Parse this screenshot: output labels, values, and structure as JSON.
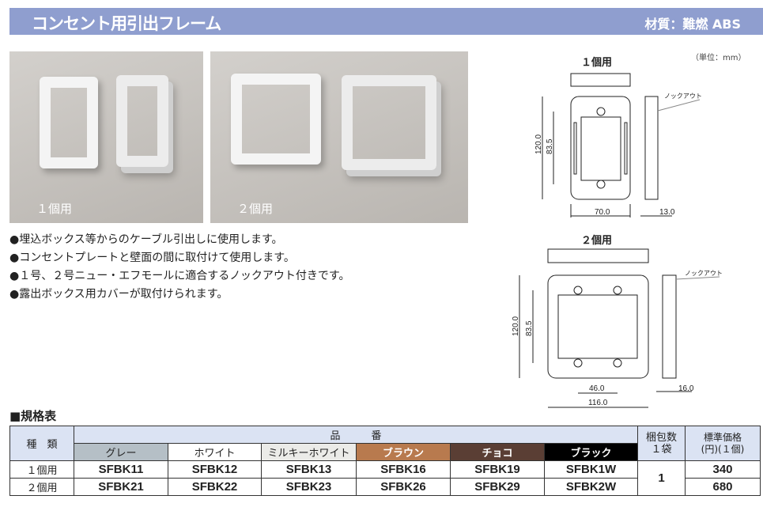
{
  "header": {
    "title": "コンセント用引出フレーム",
    "material": "材質：難燃 ABS"
  },
  "photos": [
    {
      "caption": "１個用"
    },
    {
      "caption": "２個用"
    }
  ],
  "bullets": [
    "●埋込ボックス等からのケーブル引出しに使用します。",
    "●コンセントプレートと壁面の間に取付けて使用します。",
    "●１号、２号ニュー・エフモールに適合するノックアウト付きです。",
    "●露出ボックス用カバーが取付けられます。"
  ],
  "drawings": {
    "unit": "（単位：mm）",
    "single": {
      "title": "１個用",
      "knockout": "ノックアウト",
      "height": "120.0",
      "pitch": "83.5",
      "width": "70.0",
      "depth": "13.0"
    },
    "double": {
      "title": "２個用",
      "knockout": "ノックアウト",
      "height": "120.0",
      "pitch": "83.5",
      "spacing": "46.0",
      "width": "116.0",
      "depth": "16.0"
    }
  },
  "spec": {
    "title": "■規格表",
    "headers": {
      "type": "種　類",
      "part": "品　　　番",
      "pack": "梱包数\n１袋",
      "price": "標準価格\n(円)(１個)"
    },
    "colors": [
      {
        "name": "グレー",
        "bg": "#b5bfc6",
        "fg": "#222"
      },
      {
        "name": "ホワイト",
        "bg": "#ffffff",
        "fg": "#222"
      },
      {
        "name": "ミルキーホワイト",
        "bg": "#ebebe8",
        "fg": "#222"
      },
      {
        "name": "ブラウン",
        "bg": "#b87a4e",
        "fg": "#fff"
      },
      {
        "name": "チョコ",
        "bg": "#5a3e34",
        "fg": "#fff"
      },
      {
        "name": "ブラック",
        "bg": "#000000",
        "fg": "#fff"
      }
    ],
    "rows": [
      {
        "type": "１個用",
        "parts": [
          "SFBK11",
          "SFBK12",
          "SFBK13",
          "SFBK16",
          "SFBK19",
          "SFBK1W"
        ],
        "price": "340"
      },
      {
        "type": "２個用",
        "parts": [
          "SFBK21",
          "SFBK22",
          "SFBK23",
          "SFBK26",
          "SFBK29",
          "SFBK2W"
        ],
        "price": "680"
      }
    ],
    "pack": "1"
  }
}
